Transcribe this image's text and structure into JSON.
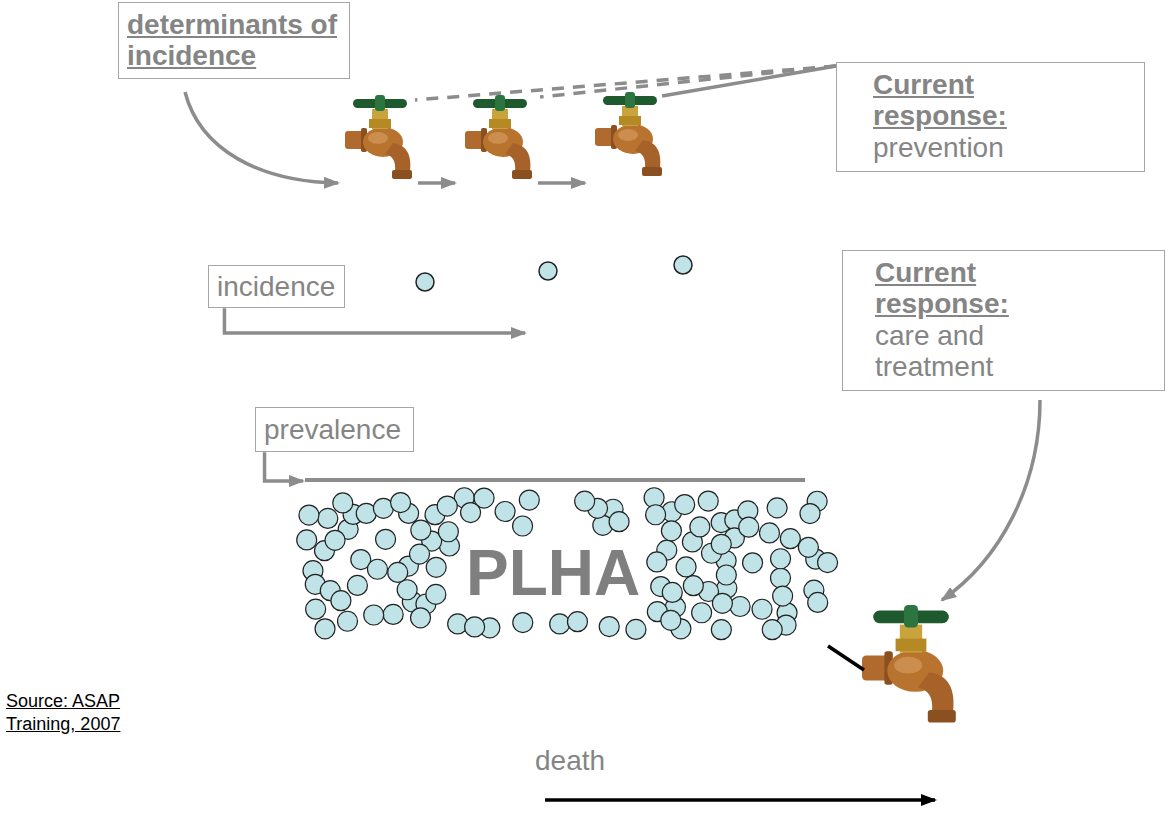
{
  "diagram": {
    "nodes": [
      {
        "text": [
          "determinants of incidence"
        ]
      },
      {
        "text": [
          "Current response:",
          "prevention"
        ]
      },
      {
        "text": [
          "incidence"
        ]
      },
      {
        "text": [
          "Current response:",
          "care and treatment"
        ]
      },
      {
        "text": [
          "prevalence"
        ]
      },
      {
        "text": [
          "PLHA"
        ]
      }
    ],
    "edges": [
      {
        "from": 2,
        "to": 5,
        "arrow": "to"
      },
      {
        "from": 4,
        "to": 5,
        "arrow": "to"
      }
    ],
    "labels": [
      "Source: ASAP Training, 2007",
      "death"
    ]
  }
}
